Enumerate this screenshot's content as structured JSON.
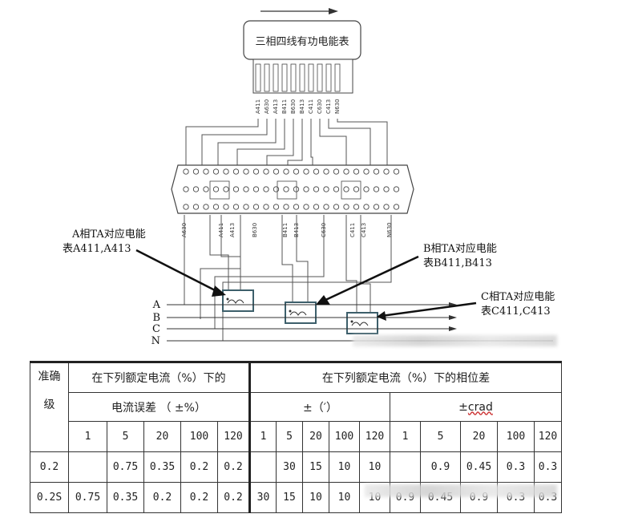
{
  "meter": {
    "title": "三相四线有功电能表",
    "terminal_labels": [
      "A411",
      "A630",
      "A413",
      "B411",
      "B630",
      "B413",
      "C411",
      "C630",
      "C413",
      "N630"
    ]
  },
  "terminal_block": {
    "bottom_labels": [
      "A630",
      "A411",
      "A413",
      "B630",
      "B411",
      "B413",
      "C630",
      "C411",
      "C413",
      "N630"
    ]
  },
  "callouts": {
    "a_line1": "A相TA对应电能",
    "a_line2": "表A411,A413",
    "b_line1": "B相TA对应电能",
    "b_line2": "表B411,B413",
    "c_line1": "C相TA对应电能",
    "c_line2": "表C411,C413"
  },
  "phases": [
    "A",
    "B",
    "C",
    "N"
  ],
  "table": {
    "col_class": "准确级",
    "col_class_l1": "准确",
    "col_class_l2": "级",
    "group_current_l1": "在下列额定电流（%）下的",
    "group_current_l2": "电流误差 （ ±%）",
    "group_phase": "在下列额定电流（%）下的相位差",
    "sub_minutes": "±（′）",
    "sub_crad_prefix": "±",
    "sub_crad_unit": "crad",
    "percent_headers": [
      "1",
      "5",
      "20",
      "100",
      "120"
    ],
    "rows": [
      {
        "class": "0.2",
        "current": [
          "",
          "0.75",
          "0.35",
          "0.2",
          "0.2"
        ],
        "minutes": [
          "",
          "30",
          "15",
          "10",
          "10"
        ],
        "crad": [
          "",
          "0.9",
          "0.45",
          "0.3",
          "0.3"
        ]
      },
      {
        "class": "0.2S",
        "current": [
          "0.75",
          "0.35",
          "0.2",
          "0.2",
          "0.2"
        ],
        "minutes": [
          "30",
          "15",
          "10",
          "10",
          "10"
        ],
        "crad": [
          "0.9",
          "0.45",
          "0.9",
          "0.3",
          "0.3"
        ]
      }
    ]
  }
}
